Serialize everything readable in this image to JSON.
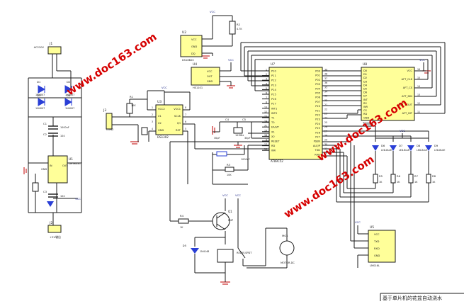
{
  "colors": {
    "wire": "#1a1a1a",
    "component_fill": "#ffff99",
    "power_net": "#1f2a8a",
    "led": "#2a3fd6",
    "ground": "#cc2a2a",
    "watermark": "#d60000"
  },
  "watermark": {
    "text_top": "www.doc163.com",
    "text_middle": "www.doc163.com",
    "text_bottom": "www.doc163.com"
  },
  "components": {
    "u7": {
      "ref": "U7",
      "part": "AT89C52",
      "left_pins": [
        "P10",
        "P11",
        "P12",
        "P13",
        "P14",
        "P15",
        "P16",
        "P17",
        "INT1",
        "INT0",
        "T1",
        "T0",
        "EA/VP",
        "X1",
        "X2",
        "RESET",
        "RD",
        "WR"
      ],
      "right_pins": [
        "P00",
        "P01",
        "P02",
        "P03",
        "P04",
        "P05",
        "P06",
        "P07",
        "P20",
        "P21",
        "P22",
        "P23",
        "P24",
        "P25",
        "P26",
        "P27",
        "PSEN",
        "ALE/P",
        "TXD",
        "RXD"
      ],
      "left_numbers": [
        "1",
        "2",
        "3",
        "4",
        "5",
        "6",
        "7",
        "8",
        "13",
        "12",
        "15",
        "14",
        "31",
        "19",
        "18",
        "9",
        "17",
        "16"
      ],
      "right_numbers": [
        "39",
        "38",
        "37",
        "36",
        "35",
        "34",
        "33",
        "32",
        "21",
        "22",
        "23",
        "24",
        "25",
        "26",
        "27",
        "28",
        "29",
        "30",
        "11",
        "10"
      ]
    },
    "u8": {
      "ref": "U8",
      "part": "TC8816",
      "left_pins": [
        "D0",
        "D1",
        "D2",
        "D3",
        "D4",
        "D5",
        "D6",
        "D7",
        "INT",
        "RS",
        "WR",
        "CS",
        "RD",
        "GND"
      ],
      "right_pins": [
        "VCC",
        "AFT_CLK",
        "AFT_CS",
        "AFT_DIN",
        "AFT_DOUT",
        "AFT_INT"
      ],
      "right_numbers": [
        "16",
        "15",
        "14",
        "13",
        "12",
        "11"
      ]
    },
    "u3": {
      "ref": "U3",
      "part": "DS1302",
      "left_pins": [
        "VCC2",
        "X1",
        "X2",
        "GND"
      ],
      "right_pins": [
        "VCC1",
        "SCLK",
        "I/O",
        "RST"
      ],
      "left_numbers": [
        "1",
        "2",
        "3",
        "4"
      ],
      "right_numbers": [
        "8",
        "7",
        "6",
        "5"
      ]
    },
    "u1": {
      "ref": "U1",
      "part": "LM7805CT",
      "pin_gnd": "GND",
      "pin_in": "IN",
      "pin_out": "OUT"
    },
    "u2": {
      "ref": "U2",
      "pins": [
        "VCC",
        "GND",
        "DQ"
      ],
      "part": "DS18B20"
    },
    "u4": {
      "ref": "U4",
      "pins": [
        "VCC",
        "OUT",
        "GND"
      ],
      "part": "HS1101"
    },
    "u5": {
      "ref": "U5",
      "pins": [
        "VCC",
        "TXD",
        "RXD",
        "GND"
      ],
      "part": "LM016L"
    },
    "j1": {
      "ref": "J1",
      "label": "AC220V"
    },
    "j2": {
      "ref": "J2",
      "label": "+5V输出"
    },
    "j3": {
      "ref": "J3",
      "label": "CON2"
    },
    "bridge": [
      "D1",
      "D2",
      "D3",
      "D4"
    ],
    "bridge_label": "1N4007",
    "c1": "C1",
    "c2": "C2",
    "c3": "C3",
    "c4": "C4",
    "c5": "C5",
    "cap1": "1000uF",
    "cap2": "104",
    "cap3": "30pF",
    "crystal": "12MHz",
    "r1": "R1",
    "r2": "R2",
    "r3": "R3",
    "r4": "R4",
    "r10k": "10K",
    "r1k": "1K",
    "r4k7": "4.7K",
    "q1": "Q1",
    "q1_part": "PNP",
    "d5": "D5",
    "d5_part": "1N4148",
    "relay": "RELAY-SPDT",
    "motor_ref": "MG1",
    "motor": "MOTOR-DC",
    "leds": [
      "D6",
      "D7",
      "D8",
      "D9"
    ],
    "led_part": "LED-BLUE",
    "res_leds": [
      "R5",
      "R6",
      "R7",
      "R8"
    ],
    "res_led_value": "1K",
    "vcc": "VCC",
    "title_block": "基于单片机的花盆自动浇水"
  }
}
